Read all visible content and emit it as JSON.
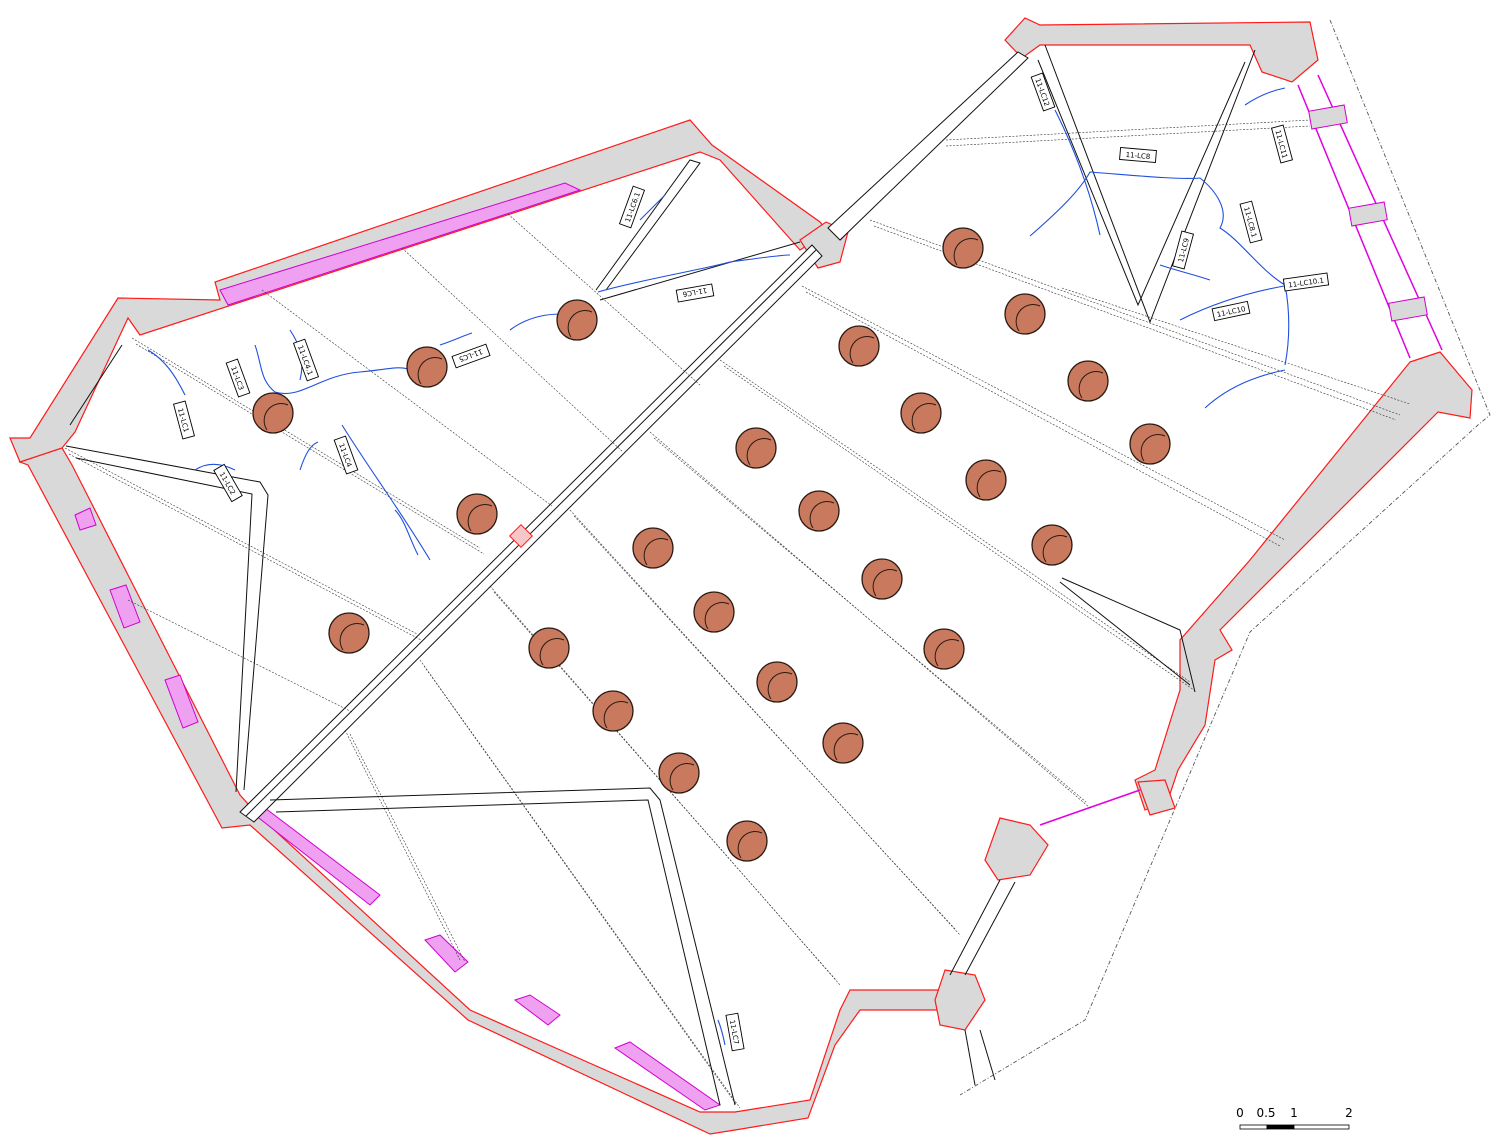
{
  "crack_labels": [
    "11-LC1",
    "11-LC2",
    "11-LC3",
    "11-LC4",
    "11-LC4.1",
    "11-LC5",
    "11-LC6",
    "11-LC6.1",
    "11-LC7",
    "11-LC8",
    "11-LC8.1",
    "11-LC9",
    "11-LC10",
    "11-LC10.1",
    "11-LC11",
    "11-LC12"
  ],
  "scale_bar": {
    "ticks": [
      "0",
      "0.5",
      "1",
      "2"
    ]
  },
  "colors": {
    "wall_fill": "#d9d9d9",
    "wall_outline": "#ff1a1a",
    "crack": "#1f4fe0",
    "window": "#d100d1",
    "rosette": "#c97a5e"
  }
}
